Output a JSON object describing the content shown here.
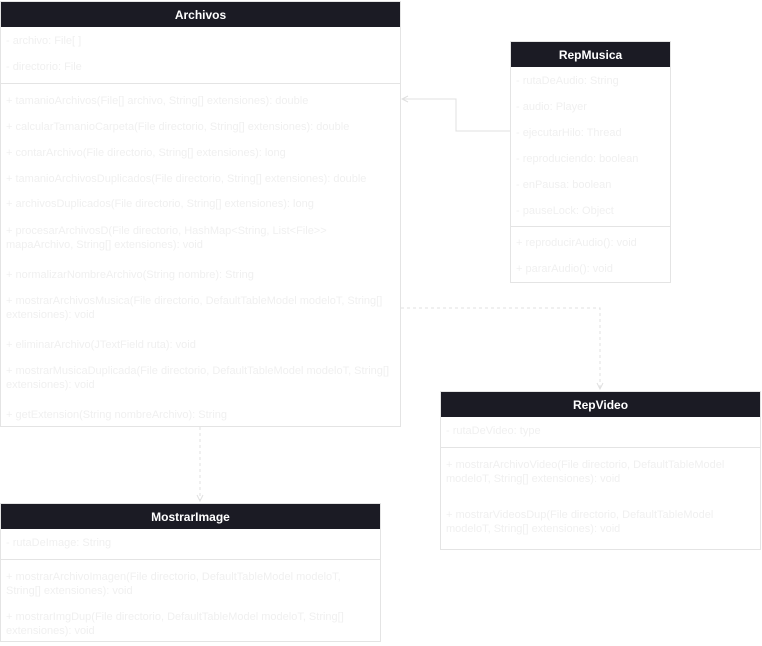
{
  "classes": {
    "archivos": {
      "name": "Archivos",
      "attributes": [
        "- archivo: File[ ]",
        "- directorio: File"
      ],
      "methods": [
        "+ tamanioArchivos(File[] archivo, String[] extensiones): double",
        "+ calcularTamanioCarpeta(File directorio, String[] extensiones): double",
        "+ contarArchivo(File directorio, String[] extensiones): long",
        "+ tamanioArchivosDuplicados(File directorio, String[] extensiones): double",
        "+ archivosDuplicados(File directorio, String[] extensiones): long",
        "+ procesarArchivosD(File directorio, HashMap<String, List<File>> mapaArchivo, String[] extensiones): void",
        "+ normalizarNombreArchivo(String nombre): String",
        "+ mostrarArchivosMusica(File directorio, DefaultTableModel modeloT, String[] extensiones): void",
        "+ eliminarArchivo(JTextField ruta): void",
        "+ mostrarMusicaDuplicada(File directorio, DefaultTableModel modeloT, String[] extensiones): void",
        "+ getExtension(String nombreArchivo): String"
      ]
    },
    "repmusica": {
      "name": "RepMusica",
      "attributes": [
        "- rutaDeAudio: String",
        "- audio: Player",
        "- ejecutarHilo: Thread",
        "- reproduciendo: boolean",
        "- enPausa: boolean",
        "- pauseLock: Object"
      ],
      "methods": [
        "+ reproducirAudio(): void",
        "+ pararAudio(): void"
      ]
    },
    "repvideo": {
      "name": "RepVideo",
      "attributes": [
        "- rutaDeVideo: type"
      ],
      "methods": [
        "+ mostrarArchivoVideo(File directorio, DefaultTableModel modeloT, String[] extensiones): void",
        "+ mostrarVideosDup(File directorio, DefaultTableModel modeloT, String[] extensiones): void"
      ]
    },
    "mostrarimage": {
      "name": "MostrarImage",
      "attributes": [
        "- rutaDeImage: String"
      ],
      "methods": [
        "+ mostrarArchivoImagen(File directorio, DefaultTableModel modeloT, String[] extensiones): void",
        "+ mostrarImgDup(File directorio, DefaultTableModel modeloT, String[] extensiones): void"
      ]
    }
  },
  "colors": {
    "header_bg": "#1b1b24",
    "header_text": "#ffffff",
    "border": "#e4e4e4",
    "member_text": "#f0f0f0",
    "connector": "#e0e0e0"
  }
}
